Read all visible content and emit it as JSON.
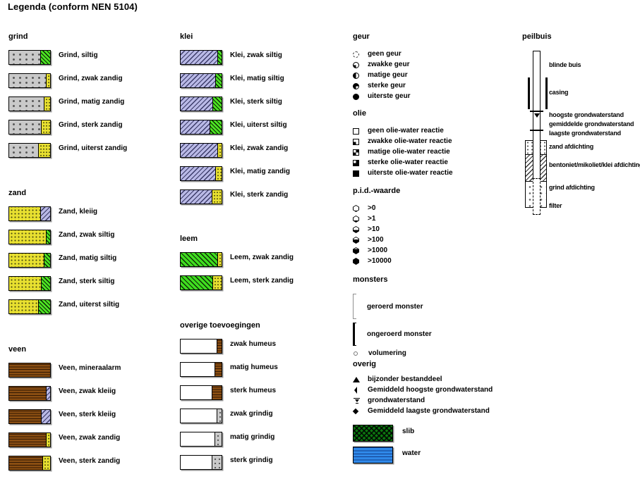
{
  "title": "Legenda (conform NEN 5104)",
  "colors": {
    "grind_gray": "#c9c9c9",
    "zand_yellow": "#e8e030",
    "klei_lavender": "#b9b9e6",
    "leem_green": "#3fdd1f",
    "veen_brown": "#8a4e12",
    "silt_green": "#4ce522",
    "slib_green": "#0c7a10",
    "water_blue": "#2f88e8"
  },
  "grind": {
    "header": "grind",
    "items": [
      "Grind, siltig",
      "Grind, zwak zandig",
      "Grind, matig zandig",
      "Grind, sterk zandig",
      "Grind, uiterst zandig"
    ]
  },
  "zand": {
    "header": "zand",
    "items": [
      "Zand, kleiig",
      "Zand, zwak siltig",
      "Zand, matig siltig",
      "Zand, sterk siltig",
      "Zand, uiterst siltig"
    ]
  },
  "veen": {
    "header": "veen",
    "items": [
      "Veen, mineraalarm",
      "Veen, zwak kleiig",
      "Veen, sterk kleiig",
      "Veen, zwak zandig",
      "Veen, sterk zandig"
    ]
  },
  "klei": {
    "header": "klei",
    "items": [
      "Klei, zwak siltig",
      "Klei, matig siltig",
      "Klei, sterk siltig",
      "Klei, uiterst siltig",
      "Klei, zwak zandig",
      "Klei, matig zandig",
      "Klei, sterk zandig"
    ]
  },
  "leem": {
    "header": "leem",
    "items": [
      "Leem, zwak zandig",
      "Leem, sterk zandig"
    ]
  },
  "overige": {
    "header": "overige toevoegingen",
    "items": [
      "zwak humeus",
      "matig humeus",
      "sterk humeus",
      "zwak grindig",
      "matig grindig",
      "sterk grindig"
    ]
  },
  "geur": {
    "header": "geur",
    "items": [
      "geen geur",
      "zwakke geur",
      "matige geur",
      "sterke geur",
      "uiterste geur"
    ]
  },
  "olie": {
    "header": "olie",
    "items": [
      "geen olie-water reactie",
      "zwakke olie-water reactie",
      "matige olie-water reactie",
      "sterke olie-water reactie",
      "uiterste olie-water reactie"
    ]
  },
  "pid": {
    "header": "p.i.d.-waarde",
    "items": [
      ">0",
      ">1",
      ">10",
      ">100",
      ">1000",
      ">10000"
    ]
  },
  "monsters": {
    "header": "monsters",
    "items": [
      "geroerd monster",
      "ongeroerd monster",
      "volumering"
    ]
  },
  "overig": {
    "header": "overig",
    "symbols": [
      "bijzonder bestanddeel",
      "Gemiddeld hoogste grondwaterstand",
      "grondwaterstand",
      "Gemiddeld laagste grondwaterstand"
    ],
    "swatches": [
      "slib",
      "water"
    ]
  },
  "peilbuis": {
    "header": "peilbuis",
    "labels": [
      "blinde buis",
      "casing",
      "hoogste grondwaterstand",
      "gemiddelde grondwaterstand",
      "laagste grondwaterstand",
      "zand afdichting",
      "bentoniet/mikoliet/klei afdichting",
      "grind afdichting",
      "filter"
    ]
  }
}
